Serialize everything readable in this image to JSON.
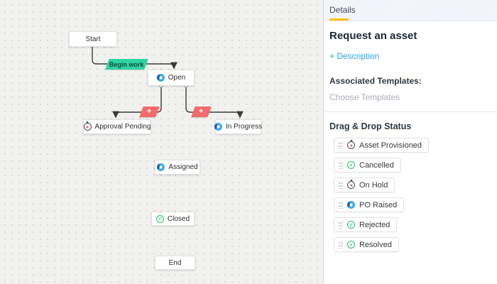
{
  "canvas": {
    "nodes": [
      {
        "id": "start",
        "label": "Start",
        "icon": "none"
      },
      {
        "id": "open",
        "label": "Open",
        "icon": "in-progress"
      },
      {
        "id": "approval-pending",
        "label": "Approval Pending",
        "icon": "on-hold"
      },
      {
        "id": "in-progress",
        "label": "In Progress",
        "icon": "in-progress"
      },
      {
        "id": "assigned",
        "label": "Assigned",
        "icon": "in-progress"
      },
      {
        "id": "closed",
        "label": "Closed",
        "icon": "check"
      },
      {
        "id": "end",
        "label": "End",
        "icon": "none"
      }
    ],
    "transitions": [
      {
        "label": "Begin work",
        "color": "#2fd3a3",
        "from": "Start",
        "to": "Open"
      }
    ],
    "add_transition_label": "+",
    "colors": {
      "transition_green": "#2fd3a3",
      "add_button_red": "#f5696c",
      "connector": "#3a3a3a",
      "canvas_bg": "#f1f1ef"
    }
  },
  "panel": {
    "tabs": [
      {
        "label": "Details",
        "active": true
      }
    ],
    "active_tab_color": "#fec20c",
    "title": "Request an asset",
    "description_link": "+ Description",
    "associated_templates_label": "Associated Templates:",
    "choose_templates_placeholder": "Choose Templates",
    "drag_drop_heading": "Drag & Drop Status",
    "statuses": [
      {
        "label": "Asset Provisioned",
        "icon": "on-hold"
      },
      {
        "label": "Cancelled",
        "icon": "check"
      },
      {
        "label": "On Hold",
        "icon": "on-hold"
      },
      {
        "label": "PO Raised",
        "icon": "in-progress"
      },
      {
        "label": "Rejected",
        "icon": "check"
      },
      {
        "label": "Resolved",
        "icon": "check"
      }
    ],
    "status_icon_colors": {
      "in_progress_blue": "#3fabee",
      "check_green": "#2abf68",
      "on_hold_red_dot": "#f15b5b"
    }
  }
}
